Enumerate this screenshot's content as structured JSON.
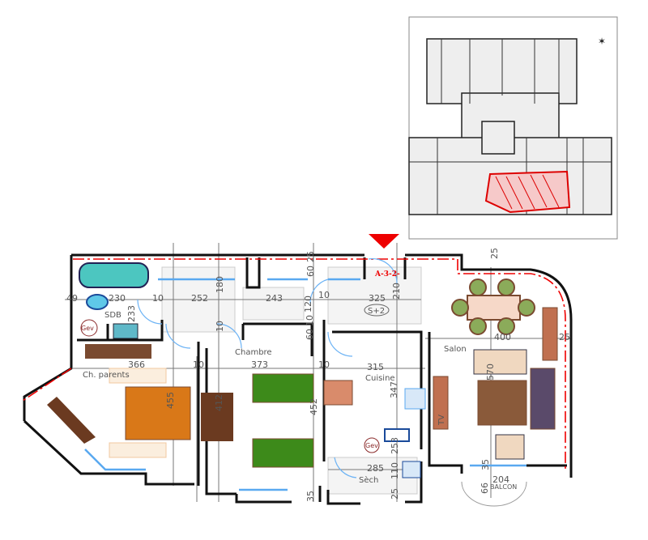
{
  "plan": {
    "unit_marker": "A-3-2-",
    "floor_badge": "S+2",
    "highlight_color": "#e02020",
    "rooms": {
      "sdb": "SDB",
      "parents": "Ch. parents",
      "chambre": "Chambre",
      "cuisine": "Cuisine",
      "salon": "Salon",
      "sech": "Sèch",
      "balcon": "BALCON",
      "tv": "TV",
      "gev1": "Gev",
      "gev2": "Gev"
    },
    "dims": [
      "49",
      "230",
      "10",
      "252",
      "180",
      "243",
      "10",
      "120",
      "325",
      "210",
      "400",
      "25",
      "366",
      "10",
      "373",
      "10",
      "315",
      "570",
      "347",
      "233",
      "60",
      "25",
      "60",
      "10",
      "10",
      "455",
      "412",
      "452",
      "285",
      "110",
      "25",
      "253",
      "35",
      "204",
      "66",
      "35",
      "25"
    ]
  }
}
